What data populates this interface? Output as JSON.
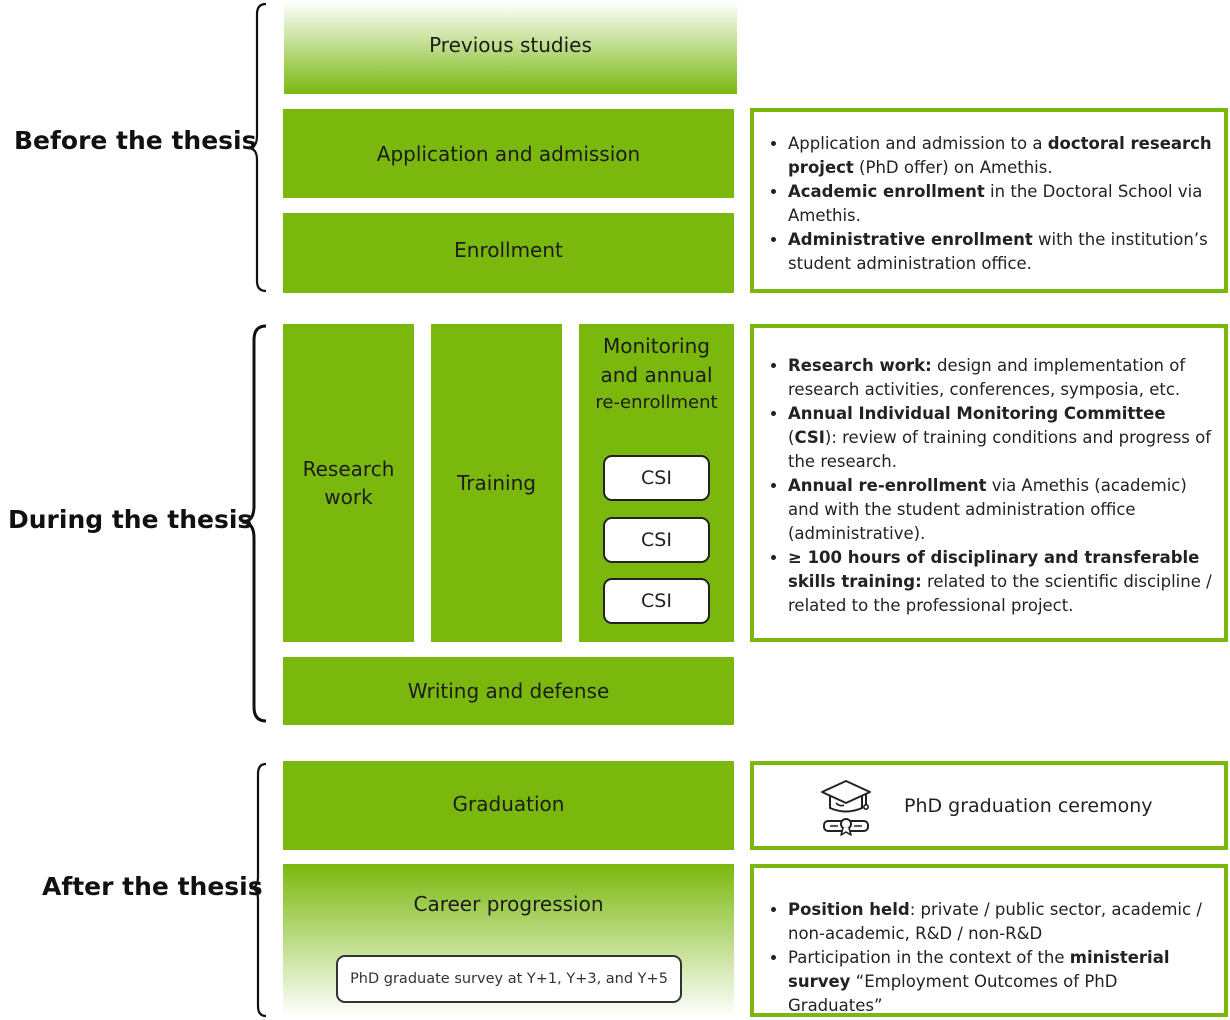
{
  "phases": {
    "before": "Before the thesis",
    "during": "During the thesis",
    "after": "After the thesis"
  },
  "blocks": {
    "previous_studies": "Previous studies",
    "application_admission": "Application and admission",
    "enrollment": "Enrollment",
    "research_work": [
      "Research",
      "work"
    ],
    "training": "Training",
    "monitoring": [
      "Monitoring",
      "and annual",
      "re-enrollment"
    ],
    "csi": [
      "CSI",
      "CSI",
      "CSI"
    ],
    "writing_defense": "Writing and defense",
    "graduation": "Graduation",
    "career_progression": "Career progression",
    "survey": "PhD graduate survey at Y+1, Y+3, and Y+5"
  },
  "info_before": [
    [
      {
        "t": "Application and admission to a ",
        "b": false
      },
      {
        "t": "doctoral research project",
        "b": true
      },
      {
        "t": " (PhD offer) on Amethis.",
        "b": false
      }
    ],
    [
      {
        "t": "Academic enrollment",
        "b": true
      },
      {
        "t": " in the Doctoral School via Amethis.",
        "b": false
      }
    ],
    [
      {
        "t": "Administrative enrollment",
        "b": true
      },
      {
        "t": " with the institution’s student administration office.",
        "b": false
      }
    ]
  ],
  "info_during": [
    [
      {
        "t": "Research work:",
        "b": true
      },
      {
        "t": " design and implementation of research activities, conferences, symposia, etc.",
        "b": false
      }
    ],
    [
      {
        "t": "Annual Individual Monitoring Committee",
        "b": true
      },
      {
        "t": " (",
        "b": false
      },
      {
        "t": "CSI",
        "b": true
      },
      {
        "t": "): review of training conditions and progress of the research.",
        "b": false
      }
    ],
    [
      {
        "t": "Annual re-enrollment",
        "b": true
      },
      {
        "t": " via Amethis (academic) and with the student administration office (administrative).",
        "b": false
      }
    ],
    [
      {
        "t": "≥ 100 hours of disciplinary and transferable skills training:",
        "b": true
      },
      {
        "t": " related to the scientific discipline / related to the professional project.",
        "b": false
      }
    ]
  ],
  "ceremony": "PhD graduation ceremony",
  "info_after": [
    [
      {
        "t": "Position held",
        "b": true
      },
      {
        "t": ": private / public sector, academic / non-academic, R&D / non-R&D",
        "b": false
      }
    ],
    [
      {
        "t": "Participation in the context of the ",
        "b": false
      },
      {
        "t": "ministerial survey",
        "b": true
      },
      {
        "t": " “Employment Outcomes of PhD Graduates”",
        "b": false
      }
    ]
  ],
  "colors": {
    "green": "#7ab80e",
    "text": "#222222"
  },
  "icons": {
    "ceremony": "graduation-cap-diploma-icon"
  }
}
